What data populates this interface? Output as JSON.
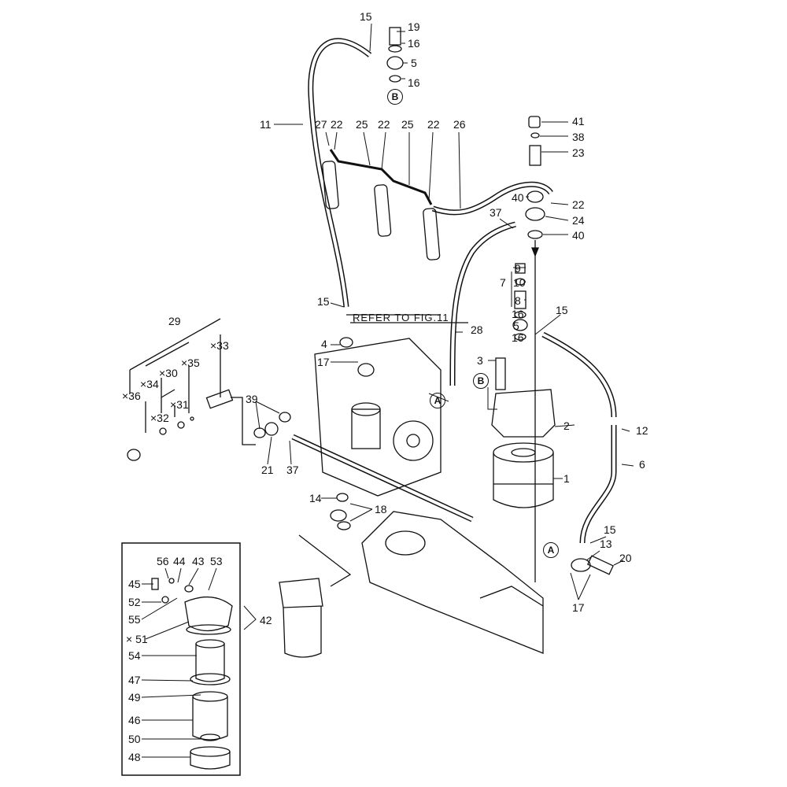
{
  "title_note": "REFER TO FIG.11",
  "callouts": {
    "top_assembly": [
      "15",
      "19",
      "16",
      "5",
      "16"
    ],
    "injectors": [
      "11",
      "27",
      "22",
      "25",
      "22",
      "25",
      "22",
      "26"
    ],
    "right_top": [
      "41",
      "38",
      "23",
      "40",
      "22",
      "24",
      "37",
      "40"
    ],
    "filter_stack": [
      "9",
      "7",
      "10",
      "8",
      "16",
      "5",
      "16",
      "15",
      "28"
    ],
    "pump": [
      "15",
      "4",
      "17",
      "3",
      "2",
      "12",
      "6",
      "1"
    ],
    "pump_kit": [
      "29",
      "×33",
      "×35",
      "×30",
      "×34",
      "×36",
      "×31",
      "×32",
      "39",
      "21",
      "37"
    ],
    "lower": [
      "14",
      "18",
      "15",
      "13",
      "20",
      "17"
    ],
    "sediment_bowl": [
      "56",
      "44",
      "43",
      "53",
      "45",
      "52",
      "55",
      "× 51",
      "54",
      "47",
      "49",
      "46",
      "50",
      "48",
      "42"
    ]
  },
  "reference_markers": [
    "B",
    "B",
    "A",
    "A"
  ]
}
